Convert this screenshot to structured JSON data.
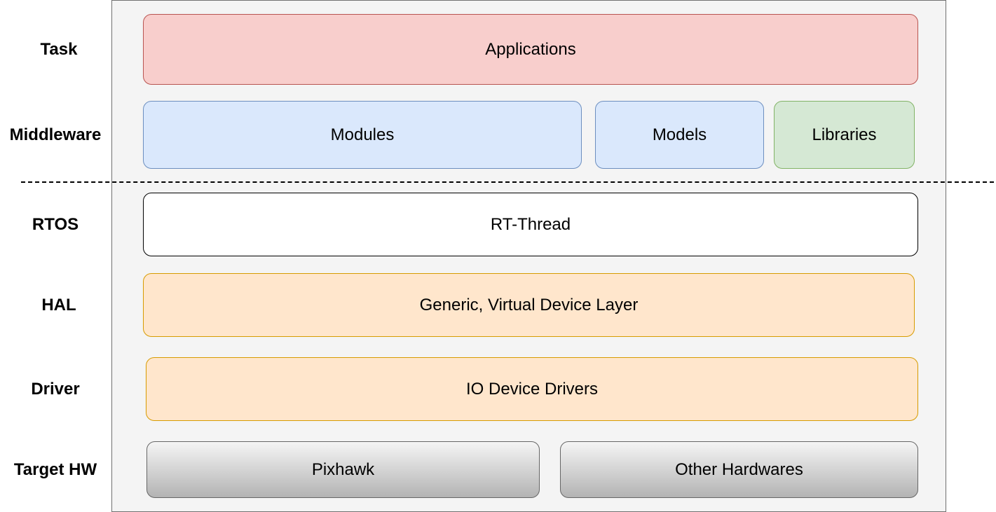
{
  "layers": {
    "task": "Task",
    "middleware": "Middleware",
    "rtos": "RTOS",
    "hal": "HAL",
    "driver": "Driver",
    "target_hw": "Target HW"
  },
  "blocks": {
    "applications": "Applications",
    "modules": "Modules",
    "models": "Models",
    "libraries": "Libraries",
    "rt_thread": "RT-Thread",
    "hal_layer": "Generic, Virtual Device Layer",
    "io_drivers": "IO Device Drivers",
    "pixhawk": "Pixhawk",
    "other_hw": "Other Hardwares"
  },
  "colors": {
    "applications": "#f8cecc",
    "middleware_blue": "#dae8fc",
    "libraries": "#d5e8d4",
    "rtos": "#ffffff",
    "hal_driver": "#ffe6cc",
    "hardware": "#b3b3b3",
    "frame": "#f4f4f4"
  }
}
